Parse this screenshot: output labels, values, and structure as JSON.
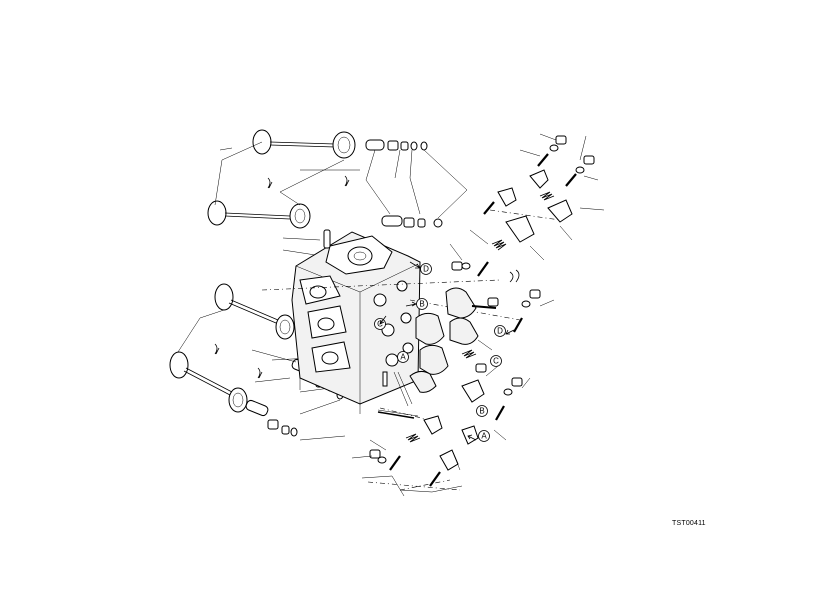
{
  "diagram": {
    "reference_code": "TST00411",
    "callouts": [
      {
        "label": "D"
      },
      {
        "label": "B"
      },
      {
        "label": "C"
      },
      {
        "label": "A"
      },
      {
        "label": "D"
      },
      {
        "label": "C"
      },
      {
        "label": "B"
      },
      {
        "label": "A"
      }
    ]
  },
  "colors": {
    "line": "#000000",
    "background": "#ffffff"
  }
}
